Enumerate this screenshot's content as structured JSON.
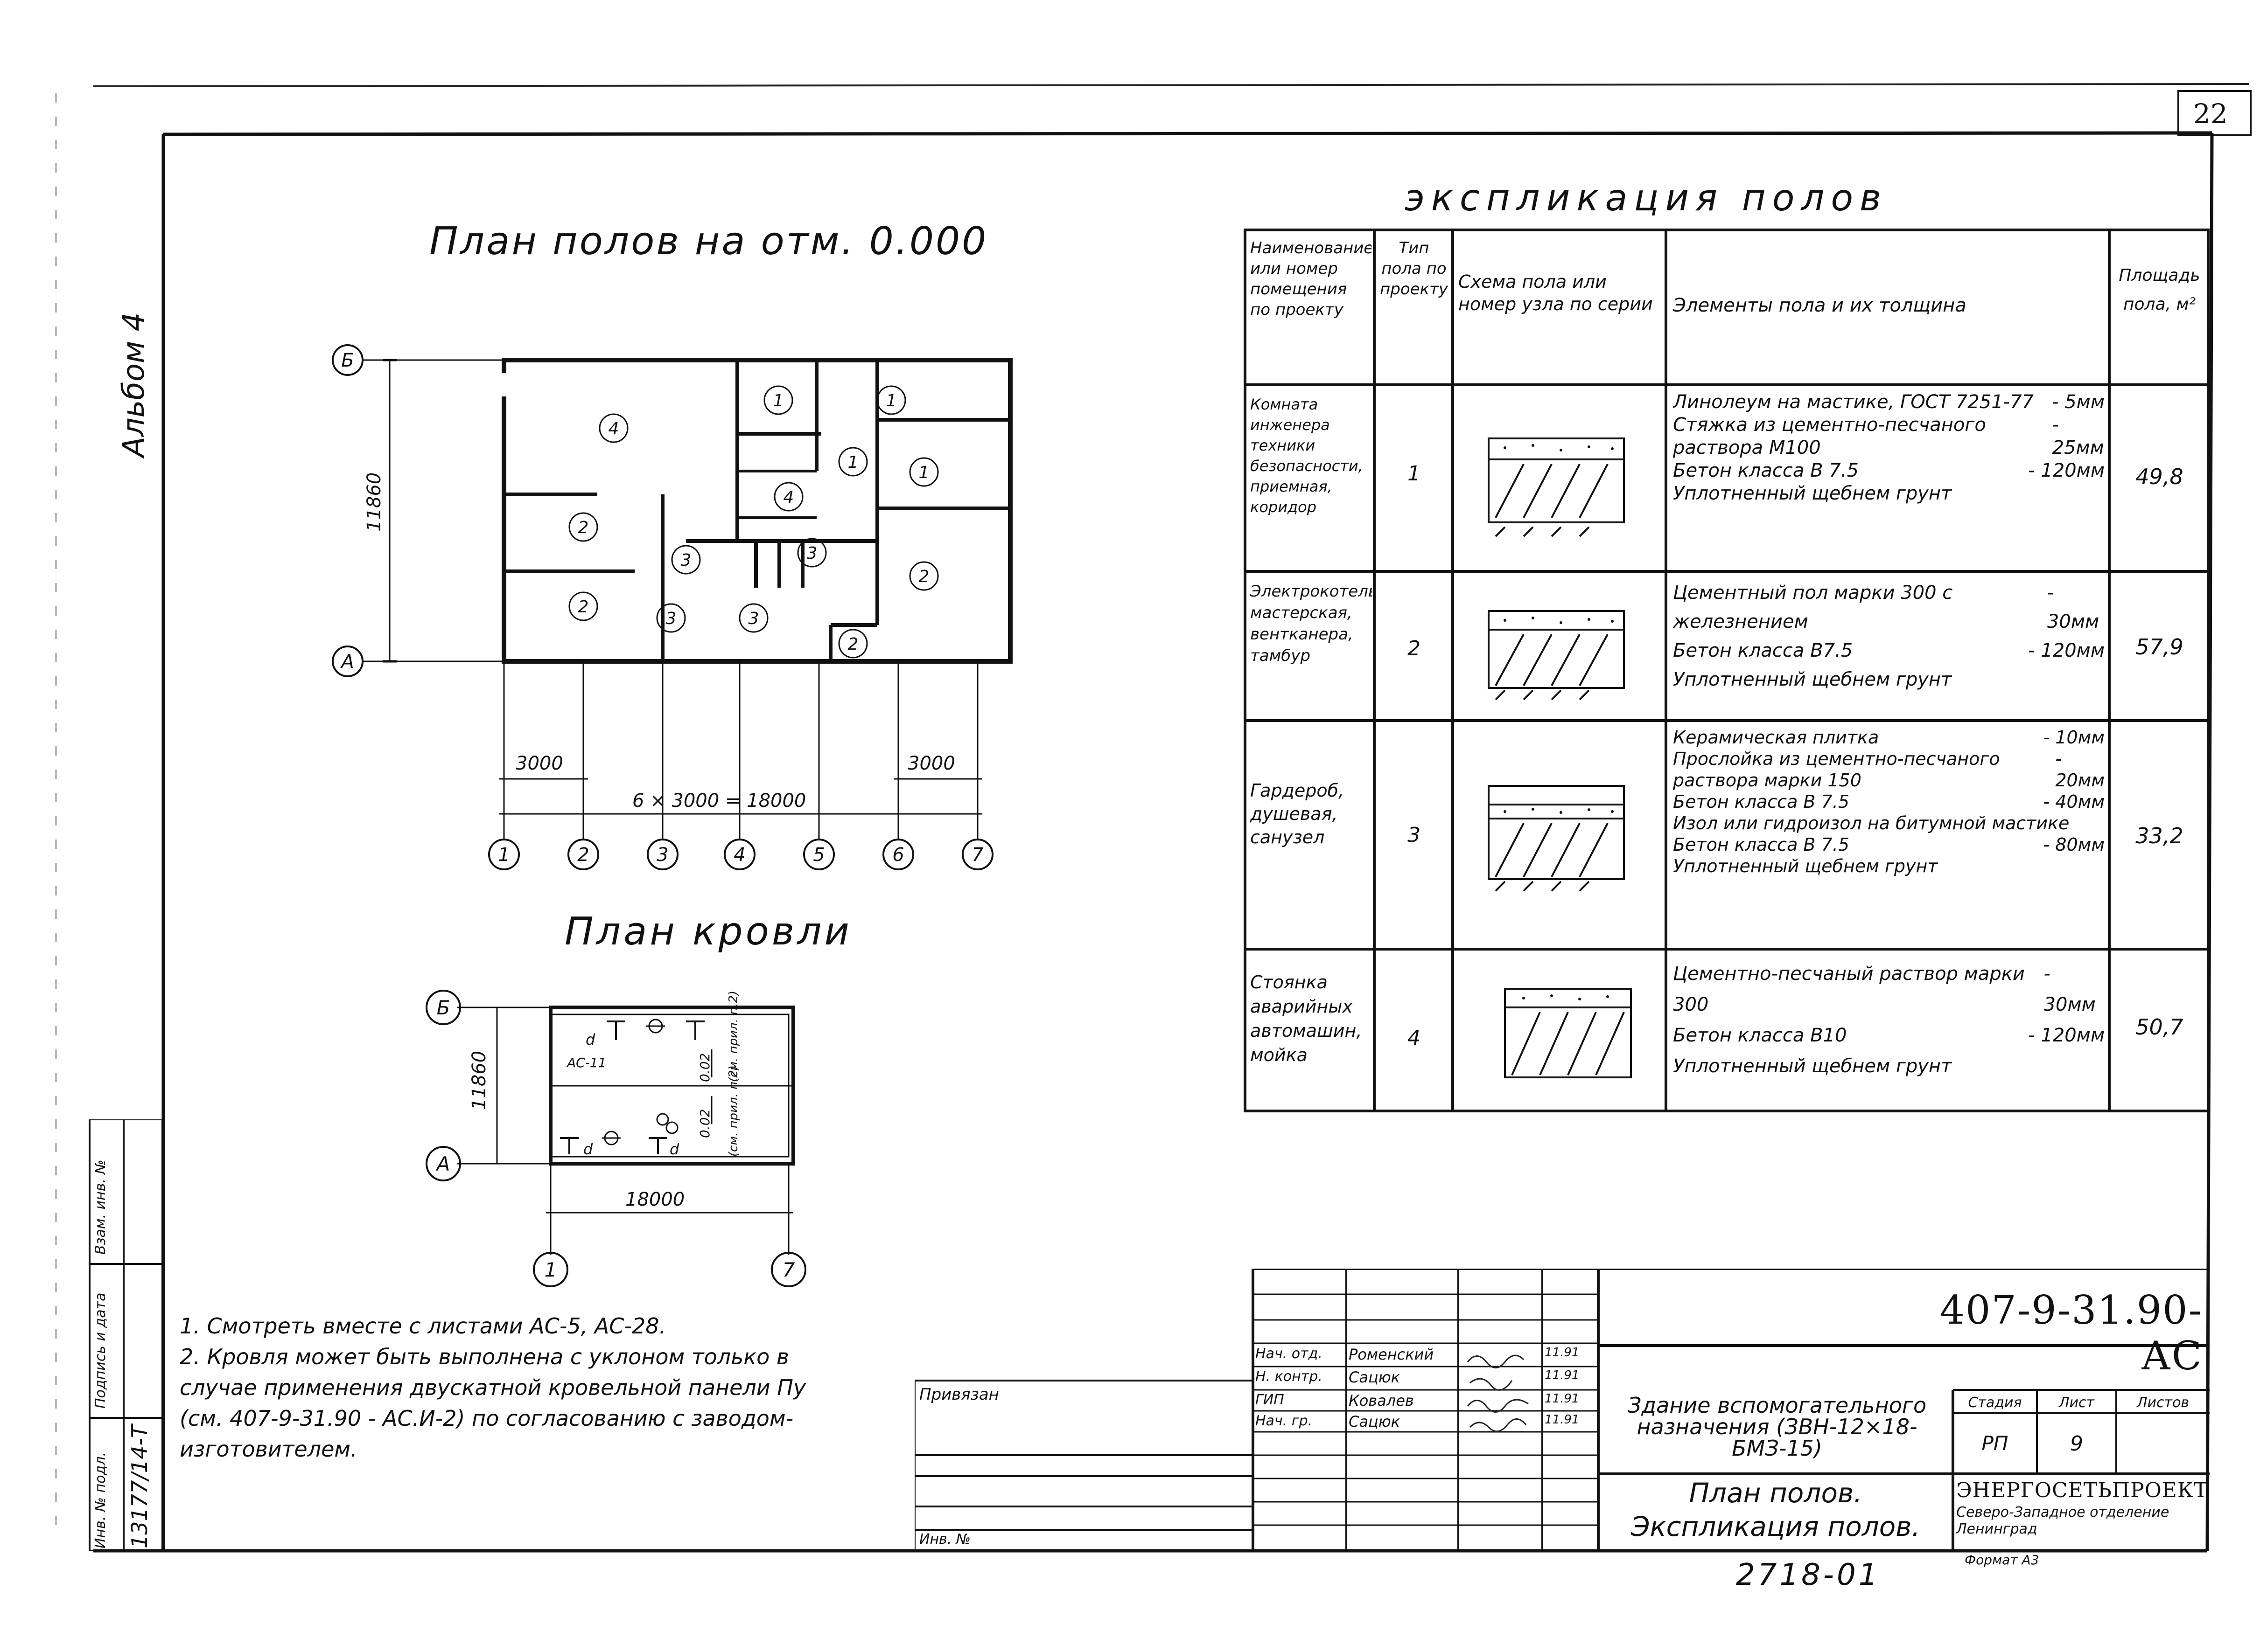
{
  "sheet": {
    "page_number": "22",
    "album_label": "Альбом 4",
    "drawing_code": "407-9-31.90-АС",
    "bottom_number": "2718-01",
    "privyazan_label": "Привязан",
    "inv_label": "Инв. №"
  },
  "left_stamp": {
    "inv_podl": "Инв. № подл.",
    "podpis_data": "Подпись и дата",
    "vzam_inv": "Взам. инв. №",
    "inv_number": "13177/14-Т"
  },
  "plan_floors": {
    "title": "План полов на отм. 0.000",
    "axis_letters": [
      "Б",
      "А"
    ],
    "axis_numbers": [
      "1",
      "2",
      "3",
      "4",
      "5",
      "6",
      "7"
    ],
    "height_dim": "11860",
    "left_dim": "3000",
    "right_dim": "3000",
    "total_dim": "6 × 3000 = 18000",
    "room_marks": [
      "4",
      "1",
      "1",
      "1",
      "1",
      "4",
      "2",
      "3",
      "3",
      "2",
      "2",
      "3",
      "3",
      "2"
    ]
  },
  "plan_roof": {
    "title": "План кровли",
    "axis_letters": [
      "Б",
      "А"
    ],
    "axis_numbers": [
      "1",
      "7"
    ],
    "height_dim": "11860",
    "width_dim": "18000",
    "labels": [
      "d",
      "АС-11",
      "0.02",
      "(см. прил. п.2)",
      "0.02",
      "(см. прил. п.2)",
      "d",
      "d"
    ]
  },
  "explication": {
    "title": "экспликация полов",
    "headers": [
      "Наименование или номер помещения по проекту",
      "Тип пола по проекту",
      "Схема пола или номер узла по серии",
      "Элементы пола и их толщина",
      "Площадь пола, м²"
    ],
    "rows": [
      {
        "name": "Комната инженера техники безопасности, приемная, коридор",
        "type": "1",
        "elements": [
          {
            "text": "Линолеум на мастике, ГОСТ 7251-77",
            "thick": "- 5мм"
          },
          {
            "text": "Стяжка из цементно-песчаного раствора М100",
            "thick": "- 25мм"
          },
          {
            "text": "Бетон класса В 7.5",
            "thick": "- 120мм"
          },
          {
            "text": "Уплотненный щебнем грунт",
            "thick": ""
          }
        ],
        "area": "49,8"
      },
      {
        "name": "Электрокотельная, мастерская, вентканера, тамбур",
        "type": "2",
        "elements": [
          {
            "text": "Цементный пол марки 300 с железнением",
            "thick": "- 30мм"
          },
          {
            "text": "Бетон класса В7.5",
            "thick": "- 120мм"
          },
          {
            "text": "Уплотненный щебнем грунт",
            "thick": ""
          }
        ],
        "area": "57,9"
      },
      {
        "name": "Гардероб, душевая, санузел",
        "type": "3",
        "elements": [
          {
            "text": "Керамическая плитка",
            "thick": "- 10мм"
          },
          {
            "text": "Прослойка из цементно-песчаного раствора марки 150",
            "thick": "- 20мм"
          },
          {
            "text": "Бетон класса В 7.5",
            "thick": "- 40мм"
          },
          {
            "text": "Изол или гидроизол на битумной мастике",
            "thick": ""
          },
          {
            "text": "Бетон класса В 7.5",
            "thick": "- 80мм"
          },
          {
            "text": "Уплотненный щебнем грунт",
            "thick": ""
          }
        ],
        "area": "33,2"
      },
      {
        "name": "Стоянка аварийных автомашин, мойка",
        "type": "4",
        "elements": [
          {
            "text": "Цементно-песчаный раствор марки 300",
            "thick": "- 30мм"
          },
          {
            "text": "Бетон класса В10",
            "thick": "- 120мм"
          },
          {
            "text": "Уплотненный щебнем грунт",
            "thick": ""
          }
        ],
        "area": "50,7"
      }
    ]
  },
  "notes": [
    "1. Смотреть вместе с листами АС-5, АС-28.",
    "2. Кровля может быть выполнена с уклоном только в случае применения двускатной кровельной панели Пу (см. 407-9-31.90 - АС.И-2) по согласованию с заводом-изготовителем."
  ],
  "title_block": {
    "staff": [
      {
        "role": "Нач. отд.",
        "name": "Роменский",
        "date": "11.91"
      },
      {
        "role": "Н. контр.",
        "name": "Сацюк",
        "date": "11.91"
      },
      {
        "role": "ГИП",
        "name": "Ковалев",
        "date": "11.91"
      },
      {
        "role": "Нач. гр.",
        "name": "Сацюк",
        "date": "11.91"
      }
    ],
    "building": "Здание вспомогательного назначения (ЗВН-12×18-БМЗ-15)",
    "stage_label": "Стадия",
    "sheet_label": "Лист",
    "sheets_label": "Листов",
    "stage_value": "РП",
    "sheet_value": "9",
    "sheet_title": "План полов. Экспликация полов.",
    "org_name": "ЭНЕРГОСЕТЬПРОЕКТ",
    "org_branch": "Северо-Западное отделение Ленинград",
    "format": "Формат А3"
  }
}
